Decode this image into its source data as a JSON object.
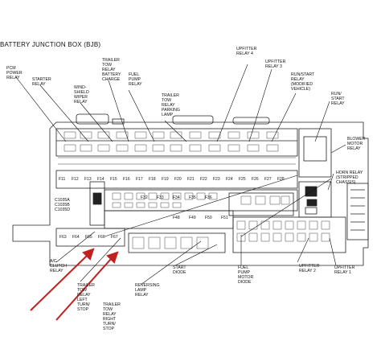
{
  "diagram": {
    "title": "BATTERY JUNCTION BOX (BJB)",
    "callouts_top": [
      {
        "id": "pcm-power-relay",
        "text": "PCM\nPOWER\nRELAY"
      },
      {
        "id": "starter-relay",
        "text": "STARTER\nRELAY"
      },
      {
        "id": "windshield-wiper-relay",
        "text": "WIND-\nSHIELD\nWIPER\nRELAY"
      },
      {
        "id": "trailer-tow-relay-battery-charge",
        "text": "TRAILER\nTOW\nRELAY\nBATTERY\nCHARGE"
      },
      {
        "id": "fuel-pump-relay",
        "text": "FUEL\nPUMP\nRELAY"
      },
      {
        "id": "trailer-tow-relay-parking-lamp",
        "text": "TRAILER\nTOW\nRELAY\nPARKING\nLAMP"
      },
      {
        "id": "upfitter-relay-4",
        "text": "UPFITTER\nRELAY 4"
      },
      {
        "id": "upfitter-relay-3",
        "text": "UPFITTER\nRELAY 3"
      },
      {
        "id": "run-start-relay-modified",
        "text": "RUN/START\nRELAY\n(MODIFIED\nVEHICLE)"
      },
      {
        "id": "run-start-relay",
        "text": "RUN/\nSTART\nRELAY"
      },
      {
        "id": "blower-motor-relay",
        "text": "BLOWER\nMOTOR\nRELAY"
      },
      {
        "id": "horn-relay",
        "text": "HORN RELAY\n(STRIPPED\nCHASSIS)"
      }
    ],
    "callouts_bottom": [
      {
        "id": "ac-clutch-relay",
        "text": "A/C\nCLUTCH\nRELAY"
      },
      {
        "id": "trailer-tow-relay-left-turn-stop",
        "text": "TRAILER\nTOW\nRELAY\nLEFT\nTURN/\nSTOP"
      },
      {
        "id": "trailer-tow-relay-right-turn-stop",
        "text": "TRAILER\nTOW\nRELAY\nRIGHT\nTURN/\nSTOP"
      },
      {
        "id": "reversing-lamp-relay",
        "text": "REVERSING\nLAMP\nRELAY"
      },
      {
        "id": "start-diode",
        "text": "START\nDIODE"
      },
      {
        "id": "fuel-pump-motor-diode",
        "text": "FUEL\nPUMP\nMOTOR\nDIODE"
      },
      {
        "id": "upfitter-relay-2",
        "text": "UPFITTER\nRELAY 2"
      },
      {
        "id": "upfitter-relay-1",
        "text": "UPFITTER\nRELAY 1"
      }
    ],
    "connector_labels": "C1035A\nC1035B\nC1035D",
    "fuse_row_upper": [
      "F11",
      "F12",
      "F13",
      "F14",
      "F15",
      "F16",
      "F17",
      "F18",
      "F19",
      "F20",
      "F21",
      "F22",
      "F23",
      "F24",
      "F25",
      "F26",
      "F27",
      "F28"
    ],
    "fuse_row_middle": [
      "F32",
      "F33",
      "F34",
      "F35",
      "F36"
    ],
    "fuse_row_lower": [
      "F48",
      "F49",
      "F50",
      "F51"
    ],
    "fuse_row_bottom": [
      "F63",
      "F64",
      "F65",
      "F66",
      "F67"
    ],
    "arrow_color": "#c0201e"
  }
}
